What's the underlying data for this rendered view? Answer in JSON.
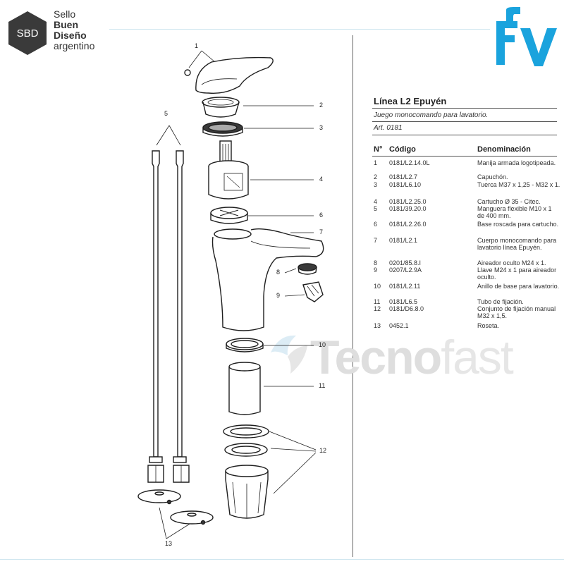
{
  "seal": {
    "badge": "SBD",
    "line1": "Sello",
    "line2": "Buen",
    "line3": "Diseño",
    "line4": "argentino"
  },
  "brand": {
    "logo_icon": "fv-logo",
    "color": "#1aa3dd"
  },
  "watermark": {
    "part1": "Tecno",
    "part2": "fast"
  },
  "header": {
    "title": "Línea L2 Epuyén",
    "subtitle": "Juego monocomando para lavatorio.",
    "article": "Art. 0181"
  },
  "table": {
    "col_num": "N°",
    "col_code": "Código",
    "col_desc": "Denominación",
    "rows": [
      {
        "n": "1",
        "code": "0181/L2.14.0L",
        "desc": "Manija armada logotipeada."
      },
      {
        "n": "2",
        "code": "0181/L2.7",
        "desc": "Capuchón."
      },
      {
        "n": "3",
        "code": "0181/L6.10",
        "desc": "Tuerca M37 x 1,25 - M32 x 1."
      },
      {
        "n": "4",
        "code": "0181/L2.25.0",
        "desc": "Cartucho Ø 35 - Citec."
      },
      {
        "n": "5",
        "code": "0181/39.20.0",
        "desc": "Manguera flexible M10 x 1 de 400 mm."
      },
      {
        "n": "6",
        "code": "0181/L2.26.0",
        "desc": "Base roscada para cartucho."
      },
      {
        "n": "7",
        "code": "0181/L2.1",
        "desc": "Cuerpo monocomando para lavatorio línea Epuyén."
      },
      {
        "n": "8",
        "code": "0201/85.8.I",
        "desc": "Aireador oculto M24 x 1."
      },
      {
        "n": "9",
        "code": "0207/L2.9A",
        "desc": "Llave M24 x 1 para aireador oculto."
      },
      {
        "n": "10",
        "code": "0181/L2.11",
        "desc": "Anillo de base para lavatorio."
      },
      {
        "n": "11",
        "code": "0181/L6.5",
        "desc": "Tubo de fijación."
      },
      {
        "n": "12",
        "code": "0181/D6.8.0",
        "desc": "Conjunto de fijación manual M32 x 1,5."
      },
      {
        "n": "13",
        "code": "0452.1",
        "desc": "Roseta."
      }
    ]
  },
  "callouts": [
    "1",
    "2",
    "3",
    "4",
    "5",
    "6",
    "7",
    "8",
    "9",
    "10",
    "11",
    "12",
    "13"
  ]
}
